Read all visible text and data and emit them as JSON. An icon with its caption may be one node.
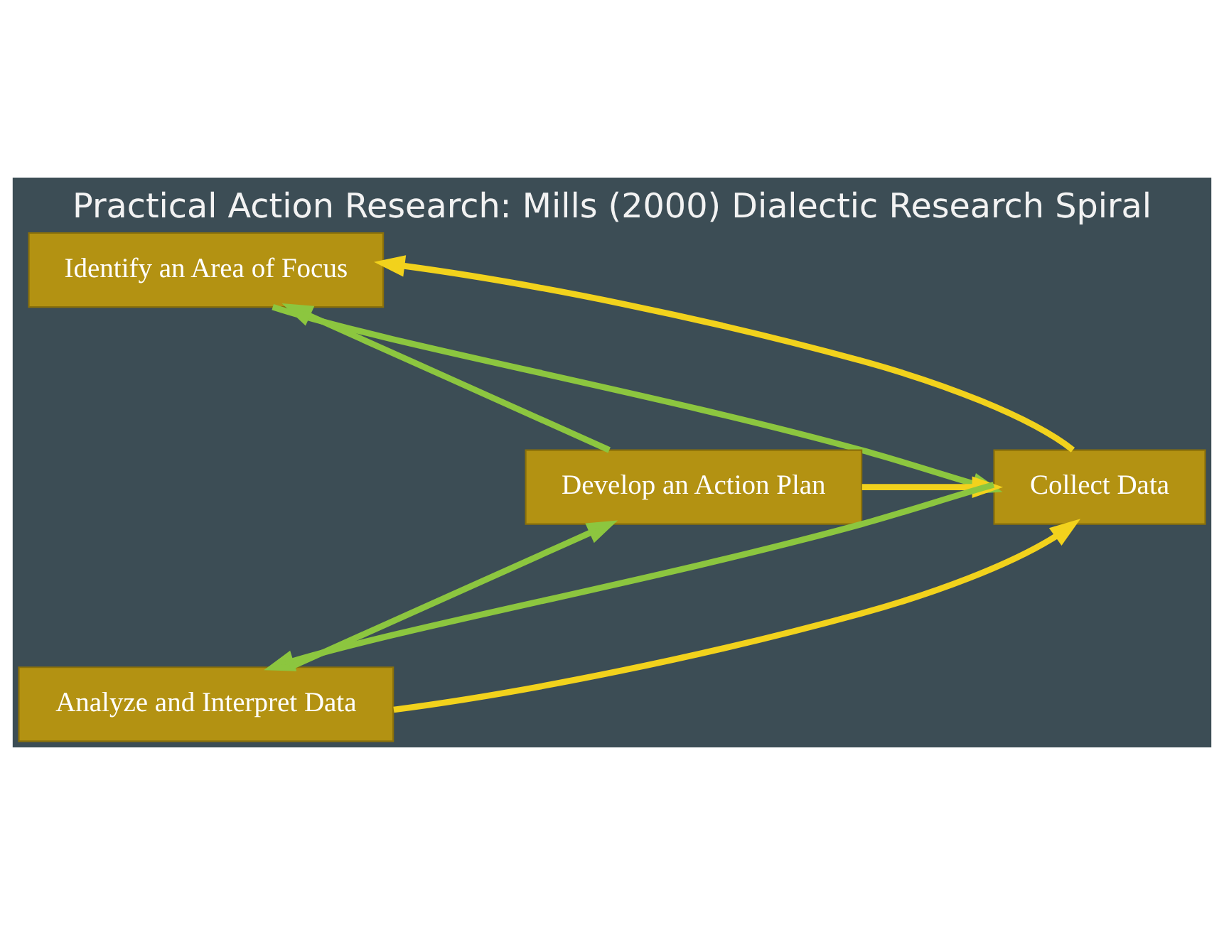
{
  "diagram": {
    "title": "Practical Action Research: Mills (2000) Dialectic Research Spiral",
    "nodes": [
      {
        "text": [
          "Identify an Area of Focus"
        ]
      },
      {
        "text": [
          "Develop an Action Plan"
        ]
      },
      {
        "text": [
          "Collect Data"
        ]
      },
      {
        "text": [
          "Analyze and Interpret Data"
        ]
      }
    ],
    "edges": [
      {
        "from": 1,
        "to": 0,
        "arrow": "to"
      },
      {
        "from": 0,
        "to": 2,
        "arrow": "to"
      },
      {
        "from": 2,
        "to": 0,
        "arrow": "to",
        "color": "#f2d21c"
      },
      {
        "from": 1,
        "to": 2,
        "arrow": "to",
        "color": "#f2d21c"
      },
      {
        "from": 3,
        "to": 2,
        "arrow": "to",
        "color": "#f2d21c"
      },
      {
        "from": 2,
        "to": 3,
        "arrow": "to"
      },
      {
        "from": 3,
        "to": 1,
        "arrow": "to"
      }
    ]
  }
}
